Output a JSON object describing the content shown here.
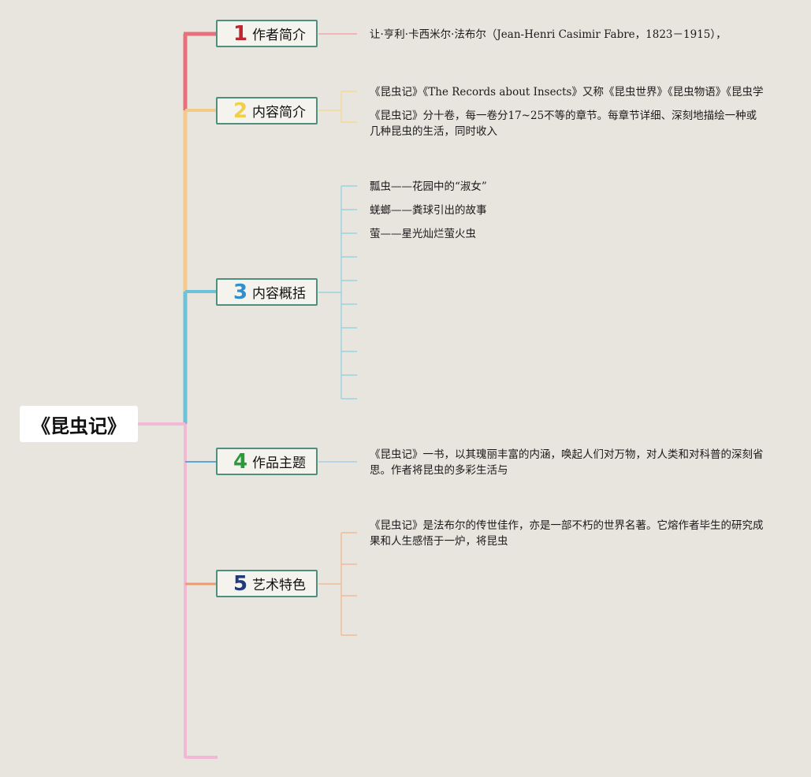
{
  "root": {
    "title": "《昆虫记》"
  },
  "colors": {
    "branch1": "#e8707a",
    "branch2": "#f5c98a",
    "branch3": "#6cc3d9",
    "branch4": "#5aa9de",
    "branch5": "#ef9a6a",
    "branch6": "#f3b8d6",
    "node_border": "#4e8f80"
  },
  "topics": [
    {
      "number": "1",
      "label": "作者简介",
      "number_color": "#c0262f",
      "children": [
        "让·亨利·卡西米尔·法布尔（Jean-Henri Casimir Fabre，1823－1915），"
      ]
    },
    {
      "number": "2",
      "label": "内容简介",
      "number_color": "#f0cf4a",
      "children": [
        "《昆虫记》《The Records about Insects》又称《昆虫世界》《昆虫物语》《昆虫学",
        "《昆虫记》分十卷，每一卷分17~25不等的章节。每章节详细、深刻地描绘一种或几种昆虫的生活，同时收入"
      ]
    },
    {
      "number": "3",
      "label": "内容概括",
      "number_color": "#2f8fcf",
      "children": [
        "瓢虫——花园中的“淑女”",
        "蜣螂——粪球引出的故事",
        "萤——星光灿烂萤火虫",
        "",
        "",
        "",
        "",
        "",
        "",
        ""
      ]
    },
    {
      "number": "4",
      "label": "作品主题",
      "number_color": "#2a9a3a",
      "children": [
        "《昆虫记》一书，以其瑰丽丰富的内涵，唤起人们对万物，对人类和对科普的深刻省思。作者将昆虫的多彩生活与"
      ]
    },
    {
      "number": "5",
      "label": "艺术特色",
      "number_color": "#1f3b7a",
      "children": [
        "《昆虫记》是法布尔的传世佳作，亦是一部不朽的世界名著。它熔作者毕生的研究成果和人生感悟于一炉，将昆虫",
        "",
        "",
        ""
      ]
    }
  ]
}
